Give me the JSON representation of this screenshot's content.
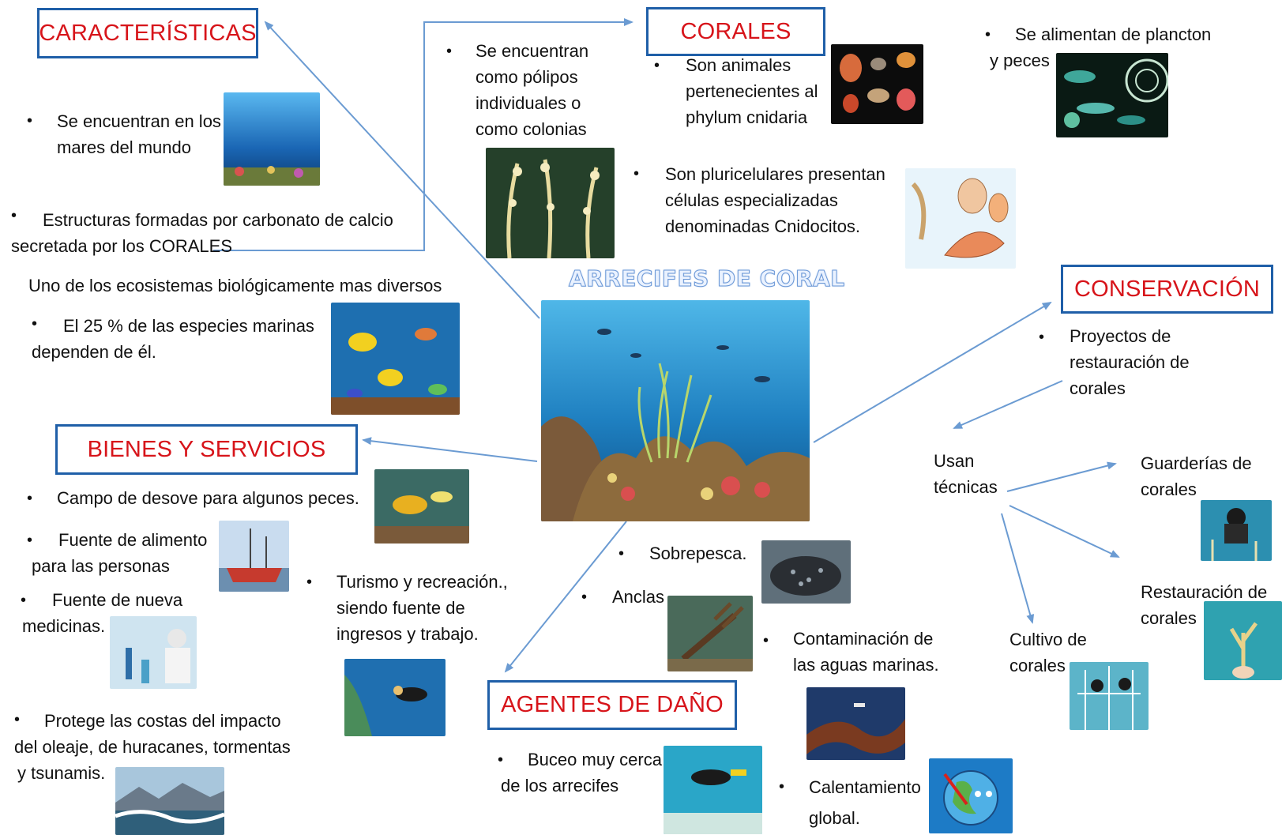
{
  "center": {
    "title": "ARRECIFES DE CORAL"
  },
  "headers": {
    "caracteristicas": "CARACTERÍSTICAS",
    "corales": "CORALES",
    "conservacion": "CONSERVACIÓN",
    "bienes": "BIENES Y SERVICIOS",
    "agentes": "AGENTES DE DAÑO"
  },
  "caracteristicas": {
    "mares": [
      "Se encuentran en los",
      "mares del mundo"
    ],
    "estructuras": [
      "Estructuras formadas por carbonato de calcio",
      "secretada por los CORALES"
    ],
    "diversos": "Uno de los ecosistemas biológicamente mas diversos",
    "especies": [
      "El 25 % de las especies marinas",
      "dependen de él."
    ]
  },
  "corales": {
    "polipos": [
      "Se encuentran",
      "como pólipos",
      "individuales o",
      "como colonias"
    ],
    "animales": [
      "Son animales",
      "pertenecientes al",
      "phylum cnidaria"
    ],
    "plancton": [
      "Se alimentan de plancton",
      "y peces"
    ],
    "pluricelulares": [
      "Son pluricelulares presentan",
      "células especializadas",
      "denominadas Cnidocitos."
    ]
  },
  "conservacion": {
    "proyectos": [
      "Proyectos de",
      "restauración de",
      "corales"
    ],
    "usan": [
      "Usan",
      "técnicas"
    ],
    "guarderias": [
      "Guarderías de",
      "corales"
    ],
    "restauracion": [
      "Restauración de",
      "corales"
    ],
    "cultivo": [
      "Cultivo de",
      "corales"
    ]
  },
  "bienes": {
    "desove": "Campo de desove  para algunos peces.",
    "alimento": [
      "Fuente de alimento",
      "para las personas"
    ],
    "medicinas": [
      "Fuente de nueva",
      "medicinas."
    ],
    "turismo": [
      "Turismo y recreación.,",
      "siendo fuente de",
      "ingresos y trabajo."
    ],
    "protege": [
      "Protege las costas del impacto",
      "del oleaje, de huracanes, tormentas",
      "y tsunamis."
    ]
  },
  "agentes": {
    "sobrepesca": "Sobrepesca.",
    "anclas": "Anclas",
    "contaminacion": [
      "Contaminación de",
      "las aguas marinas."
    ],
    "buceo": [
      "Buceo muy cerca",
      "de los arrecifes"
    ],
    "calentamiento": [
      "Calentamiento",
      "global."
    ]
  },
  "bullet_char": "•",
  "colors": {
    "header_text": "#d7141a",
    "header_border": "#1f5fa8",
    "arrow": "#6b9bd2"
  }
}
